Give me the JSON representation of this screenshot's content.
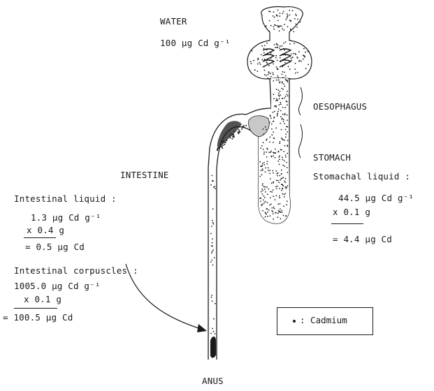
{
  "labels": {
    "water": "WATER",
    "water_conc": "100 µg Cd g⁻¹",
    "oesophagus": "OESOPHAGUS",
    "stomach": "STOMACH",
    "intestine": "INTESTINE",
    "anus": "ANUS"
  },
  "stomachal_liquid": {
    "title": "Stomachal liquid :",
    "conc": "44.5 µg Cd g⁻¹",
    "mass": "x 0.1  g",
    "result": "= 4.4 µg Cd"
  },
  "intestinal_liquid": {
    "title": "Intestinal liquid :",
    "conc": "1.3 µg Cd g⁻¹",
    "mass": "x 0.4  g",
    "result": "= 0.5 µg Cd"
  },
  "intestinal_corpuscles": {
    "title": "Intestinal corpuscles :",
    "conc": "1005.0 µg Cd g⁻¹",
    "mass": "x 0.1  g",
    "result": "= 100.5 µg Cd"
  },
  "legend": {
    "text": ": Cadmium"
  }
}
